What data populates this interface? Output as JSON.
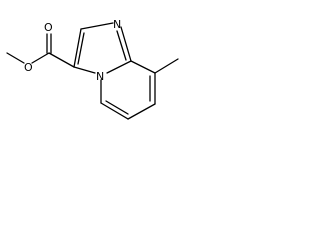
{
  "molecule": {
    "atoms": {
      "carbonyl_oxygen": "O",
      "ester_oxygen": "O",
      "imidazole_nitrogen": "N",
      "bridgehead_nitrogen": "N"
    }
  }
}
